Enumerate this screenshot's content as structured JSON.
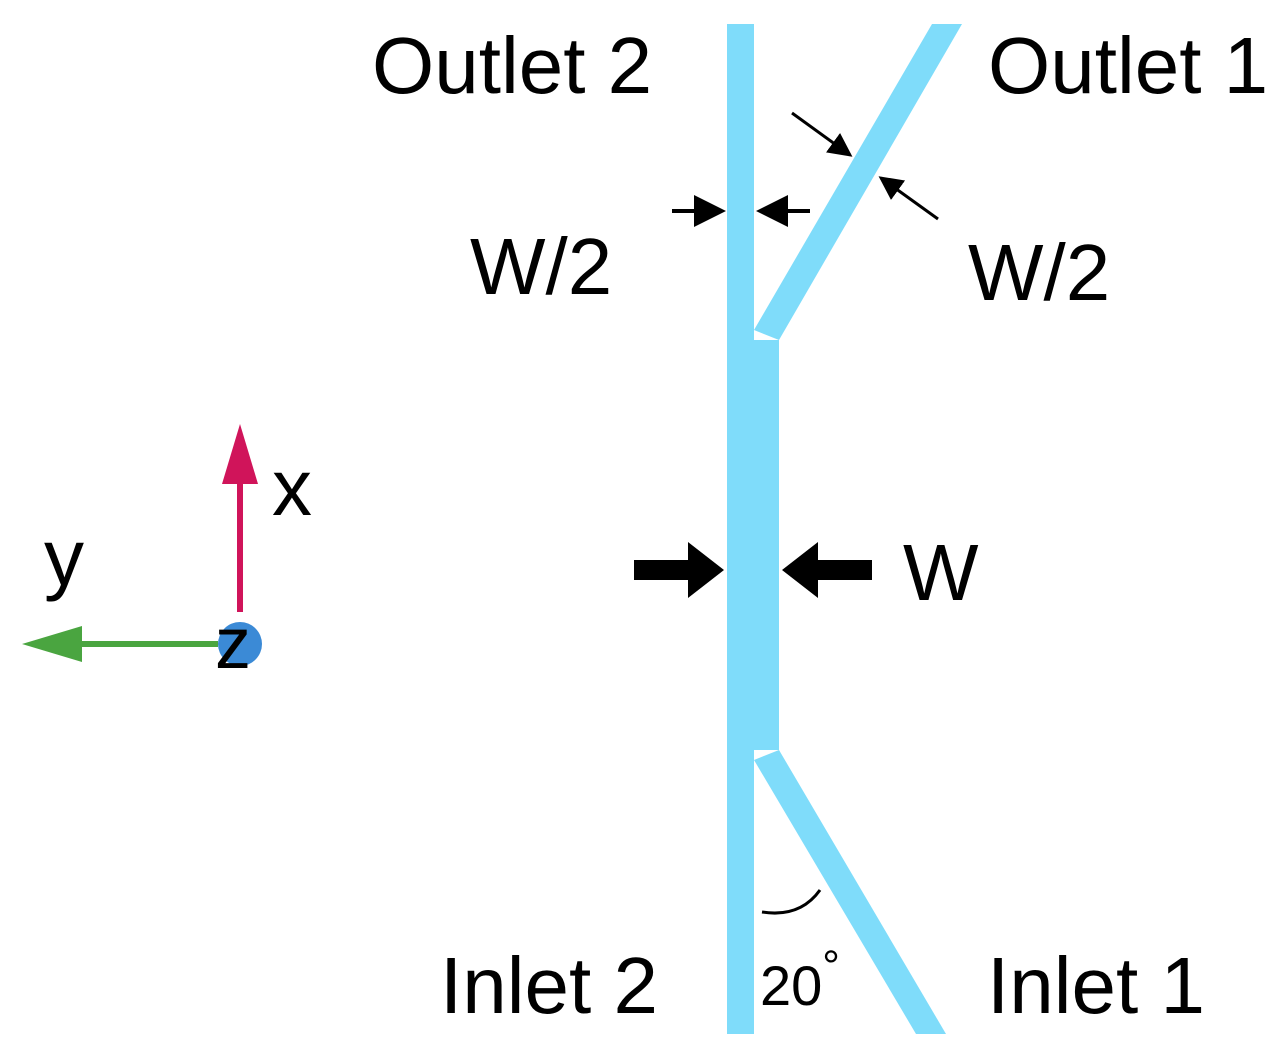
{
  "labels": {
    "outlet_1": "Outlet 1",
    "outlet_2": "Outlet 2",
    "inlet_1": "Inlet 1",
    "inlet_2": "Inlet 2",
    "half_width_left": "W/2",
    "half_width_right": "W/2",
    "width": "W",
    "angle_value": "20",
    "angle_unit": "°"
  },
  "axes": {
    "x_label": "x",
    "y_label": "y",
    "z_label": "z"
  },
  "colors": {
    "channel": "#7fdcfa",
    "x_axis": "#d0145a",
    "y_axis": "#4aa540",
    "z_axis": "#3b8ad6",
    "annotation": "#000000"
  }
}
